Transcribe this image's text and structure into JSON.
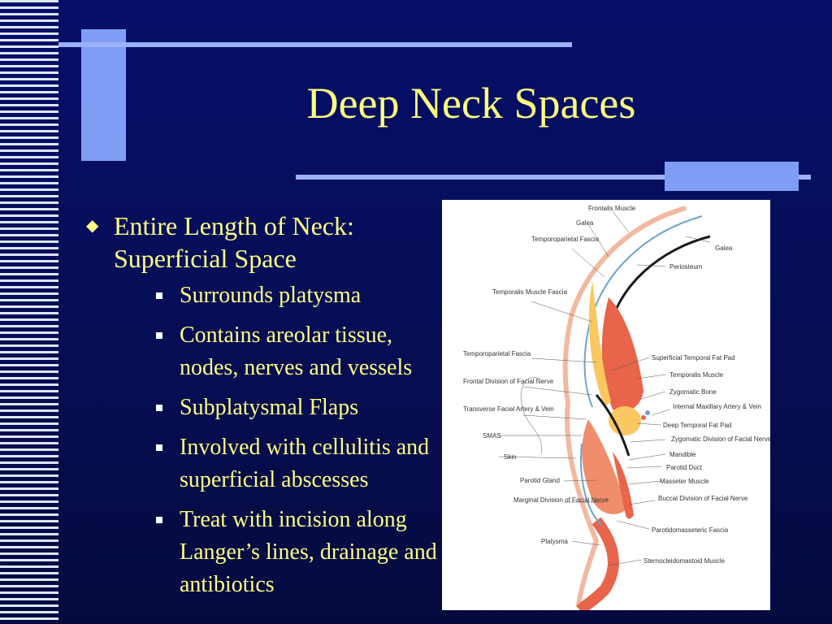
{
  "slide": {
    "title": "Deep Neck Spaces",
    "bullet": "Entire Length of Neck: Superficial Space",
    "sub_bullets": [
      "Surrounds platysma",
      "Contains areolar tissue, nodes, nerves and vessels",
      "Subplatysmal Flaps",
      "Involved with cellulitis and superficial abscesses",
      "Treat with incision along Langer’s lines, drainage and antibiotics"
    ]
  },
  "figure": {
    "labels": [
      "Frontalis Muscle",
      "Galea",
      "Temporoparietal Fascia",
      "Galea",
      "Periosteum",
      "Temporalis Muscle Fascia",
      "Temporoparietal Fascia",
      "Superficial Temporal Fat Pad",
      "Temporalis Muscle",
      "Frontal Division of Facial Nerve",
      "Zygomatic Bone",
      "Transverse Facial Artery & Vein",
      "Internal Maxillary Artery & Vein",
      "Deep Temporal Fat Pad",
      "SMAS",
      "Zygomatic Division of Facial Nerve",
      "Skin",
      "Mandible",
      "Parotid Duct",
      "Parotid Gland",
      "Masseter Muscle",
      "Marginal Division of Facial Nerve",
      "Buccal Division of Facial Nerve",
      "Parotidomasseteric Fascia",
      "Platysma",
      "Sternocleidomastoid Muscle"
    ]
  },
  "colors": {
    "background": "#050f6a",
    "title": "#ffff80",
    "accent": "#7f9df5"
  }
}
